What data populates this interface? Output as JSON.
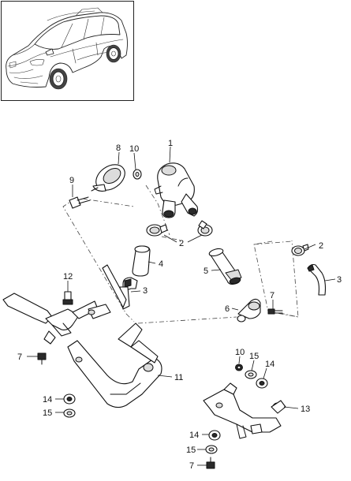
{
  "callouts": {
    "c1": "1",
    "c2a": "2",
    "c2b": "2",
    "c3a": "3",
    "c3b": "3",
    "c4": "4",
    "c5": "5",
    "c6": "6",
    "c7a": "7",
    "c7b": "7",
    "c7c": "7",
    "c8": "8",
    "c9": "9",
    "c10a": "10",
    "c10b": "10",
    "c11": "11",
    "c12": "12",
    "c13": "13",
    "c14a": "14",
    "c14b": "14",
    "c14c": "14",
    "c15a": "15",
    "c15b": "15",
    "c15c": "15"
  }
}
